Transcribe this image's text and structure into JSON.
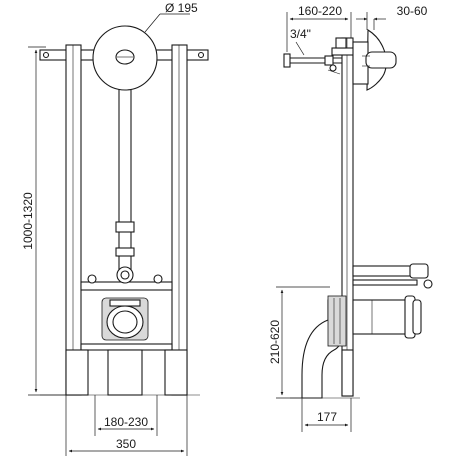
{
  "drawing": {
    "front_view": {
      "diameter_label": "Ø 195",
      "height_label": "1000-1320",
      "inner_width_label": "180-230",
      "total_width_label": "350"
    },
    "side_view": {
      "depth_label": "160-220",
      "plate_label": "30-60",
      "pipe_label": "3/4\"",
      "outlet_height_label": "210-620",
      "outlet_depth_label": "177"
    }
  }
}
